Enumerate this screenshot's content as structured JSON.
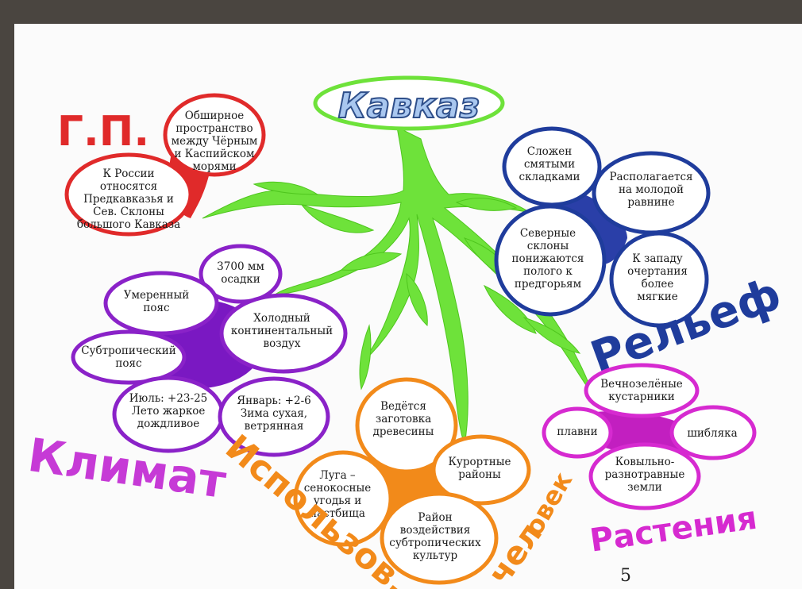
{
  "title": "Кавказ",
  "sections": {
    "gp": {
      "label": "Г.П.",
      "color": "#e02a2a",
      "bubbles": [
        "Обширное\nпространство\nмежду Чёрным\nи Каспийском\nморями",
        "К России\nотносятся\nПредкавказья и\nСев. Склоны\nбольшого Кавказа"
      ]
    },
    "relief": {
      "label": "Рельеф",
      "color": "#1f3c9c",
      "bubbles": [
        "Сложен\nсмятыми\nскладками",
        "Располагается\nна молодой\nравнине",
        "Северные\nсклоны\nпонижаются\nполого к\nпредгорьям",
        "К западу\nочертания\nболее\nмягкие"
      ]
    },
    "climate": {
      "label": "Климат",
      "color": "#8a22c8",
      "bubbles": [
        "3700 мм\nосадки",
        "Умеренный\nпояс",
        "Холодный\nконтинентальный\nвоздух",
        "Субтропический\nпояс",
        "Июль: +23-25\nЛето жаркое\nдождливое",
        "Январь: +2-6\nЗима сухая,\nветрянная"
      ]
    },
    "usage": {
      "label_line1": "Использов.",
      "label_line2": "чел",
      "label_line3": "овек",
      "color": "#f28a1a",
      "bubbles": [
        "Ведётся\nзаготовка\nдревесины",
        "Курортные\nрайоны",
        "Луга –\nсенокосные\nугодья и\nпастбища",
        "Район\nвоздействия\nсубтропических\nкультур"
      ]
    },
    "plants": {
      "label": "Растения",
      "color": "#d62ad0",
      "bubbles": [
        "Вечнозелёные\nкустарники",
        "плавни",
        "шибляка",
        "Ковыльно-\nразнотравные\nземли"
      ]
    }
  },
  "page_number": "5",
  "stem_color": "#6ee23a"
}
